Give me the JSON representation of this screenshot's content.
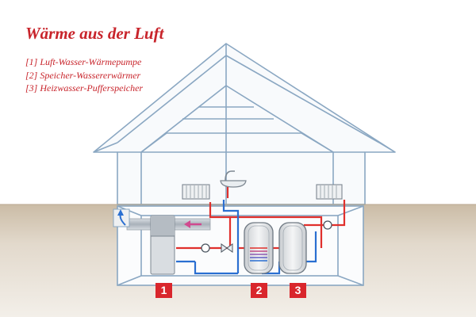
{
  "title": "Wärme aus der Luft",
  "legend": [
    "[1] Luft-Wasser-Wärmepumpe",
    "[2] Speicher-Wassererwärmer",
    "[3] Heizwasser-Pufferspeicher"
  ],
  "markers": [
    "1",
    "2",
    "3"
  ],
  "colors": {
    "title": "#c8242b",
    "house_outline": "#8aa7c2",
    "ground": "#d9cfc1",
    "hot_pipe": "#e0302c",
    "cold_pipe": "#2a6fd1",
    "marker_bg": "#d9262c"
  }
}
